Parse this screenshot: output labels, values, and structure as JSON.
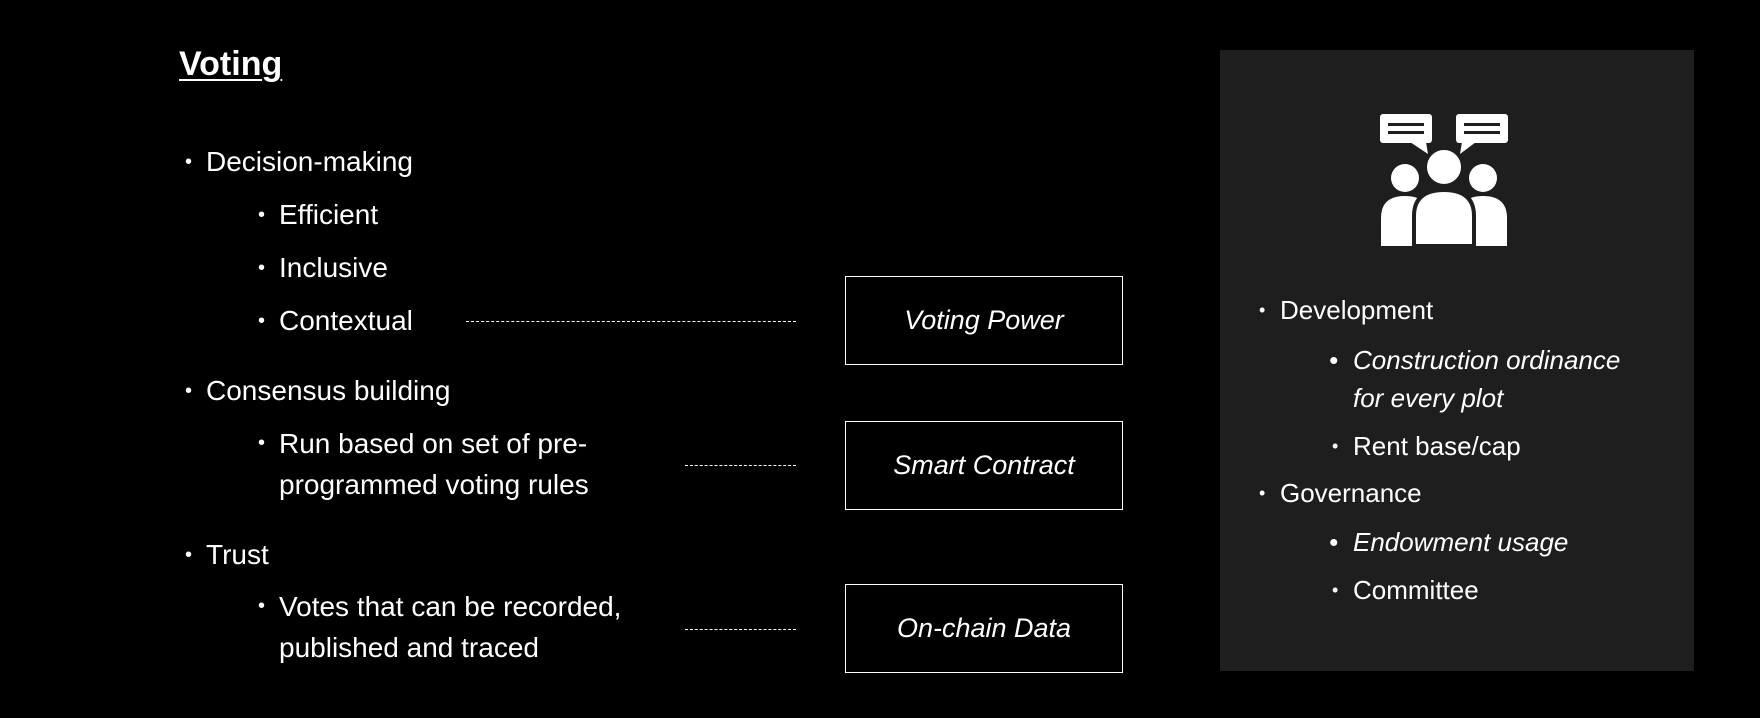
{
  "title": "Voting",
  "left_list": {
    "decision": "Decision-making",
    "efficient": "Efficient",
    "inclusive": "Inclusive",
    "contextual": "Contextual",
    "consensus": "Consensus building",
    "run_line1": "Run based on set of pre-",
    "run_line2": "programmed voting rules",
    "trust": "Trust",
    "votes_line1": "Votes that can be recorded,",
    "votes_line2": "published and traced"
  },
  "boxes": {
    "voting_power": "Voting Power",
    "smart_contract": "Smart Contract",
    "onchain_data": "On-chain Data"
  },
  "panel": {
    "icon": "group-discussion-icon",
    "development": "Development",
    "construction_line1": "Construction ordinance",
    "construction_line2": "for every plot",
    "rent": "Rent base/cap",
    "governance": "Governance",
    "endowment": "Endowment usage",
    "committee": "Committee",
    "background_color": "#1e1e1e"
  },
  "bullet_char": "•"
}
